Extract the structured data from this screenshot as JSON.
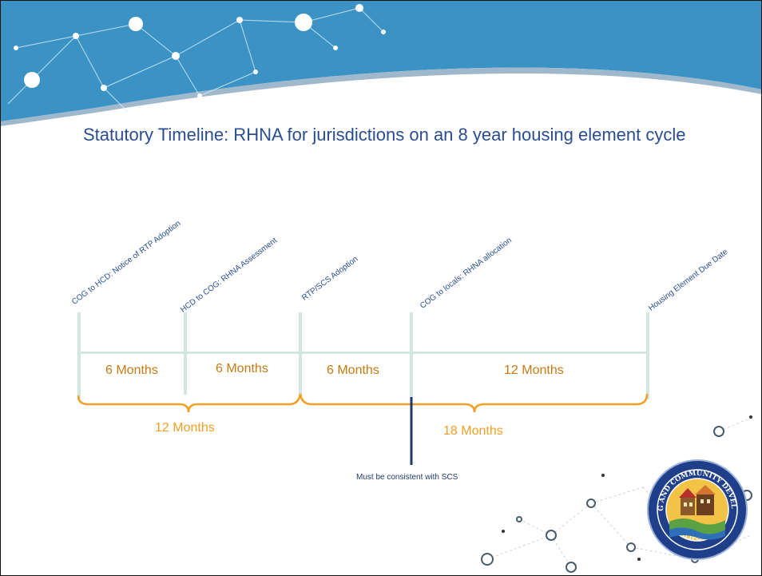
{
  "title": "Statutory Timeline: RHNA for jurisdictions on an 8 year housing element cycle",
  "milestones": [
    "COG to HCD: Notice of RTP Adoption",
    "HCD to COG: RHNA Assessment",
    "RTP/SCS Adoption",
    "COG to locals: RHNA allocation",
    "Housing Element Due Date"
  ],
  "periods": [
    "6 Months",
    "6 Months",
    "6 Months",
    "12 Months"
  ],
  "spans": [
    "12 Months",
    "18 Months"
  ],
  "note": "Must be consistent with SCS",
  "seal": {
    "top_text": "HOUSING AND COMMUNITY DEVELOPMENT",
    "bottom_text": "CALIFORNIA"
  },
  "colors": {
    "title": "#2a4d8f",
    "header_blue": "#3a93c4",
    "timeline": "#d3e7e1",
    "period_text": "#c47b15",
    "span_bracket": "#f0a024",
    "marker": "#1f3a6b"
  }
}
